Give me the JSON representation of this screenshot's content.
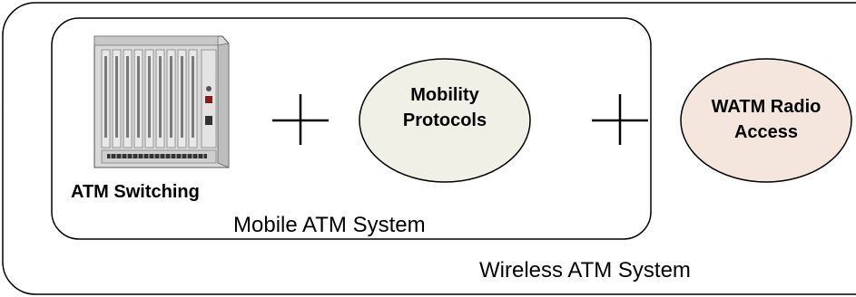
{
  "outer_box": {
    "label": "Wireless ATM System"
  },
  "inner_box": {
    "label": "Mobile ATM System"
  },
  "switch": {
    "caption": "ATM Switching",
    "icon": "atm-switch-rack-icon"
  },
  "mobility": {
    "line1": "Mobility",
    "line2": "Protocols",
    "fill": "#f0f0e6"
  },
  "radio": {
    "line1": "WATM Radio",
    "line2": "Access",
    "fill": "#f4e6dc"
  },
  "operators": {
    "plus": "plus-icon"
  }
}
